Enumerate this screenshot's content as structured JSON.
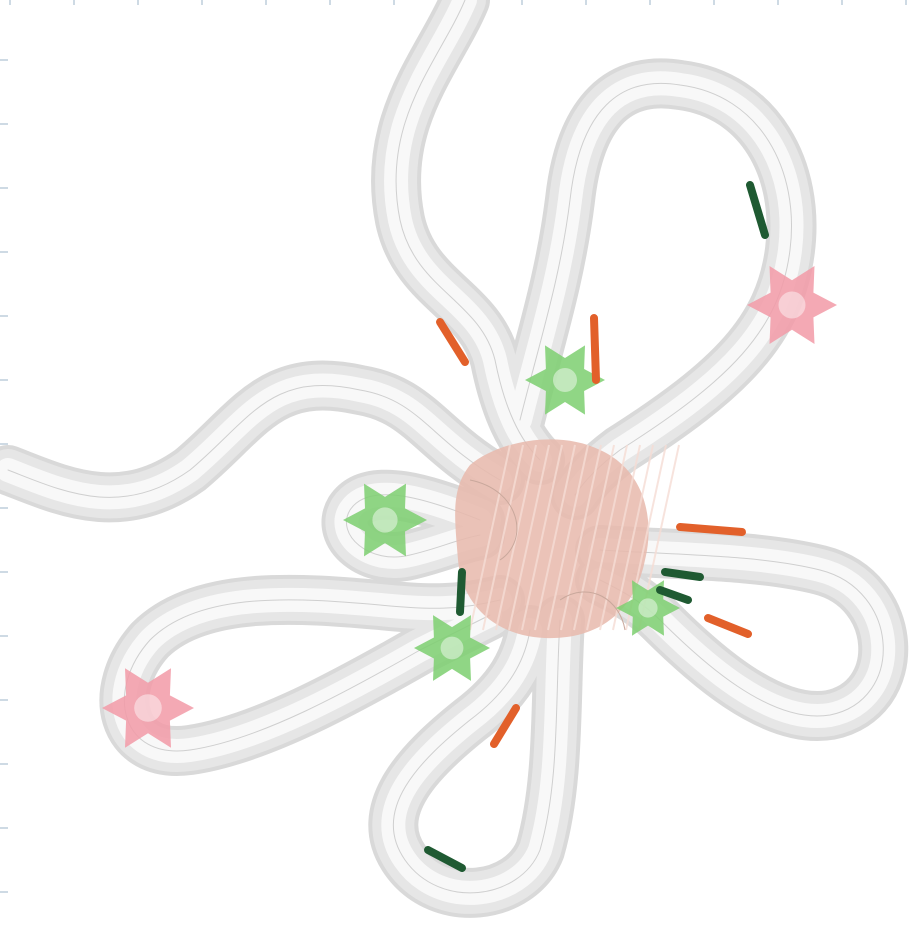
{
  "figure": {
    "description_labels": [],
    "colors": {
      "background": "#ffffff",
      "tube_outer": "#e6e6e6",
      "tube_inner": "#f8f8f8",
      "tube_line": "#cfcfcf",
      "core": "#e8b9ac",
      "light_green": "#7ccf70",
      "dark_green": "#1f5a32",
      "orange": "#e2602a",
      "pink": "#f29aa7",
      "ruler_tick": "#9db4c8"
    },
    "components": {
      "tube": "gray-tube",
      "core": "central-core-blob",
      "light_green_motif": "light-green-motif",
      "dark_green_segment": "dark-green-segment",
      "orange_segment": "orange-segment",
      "pink_motif": "pink-motif"
    }
  }
}
